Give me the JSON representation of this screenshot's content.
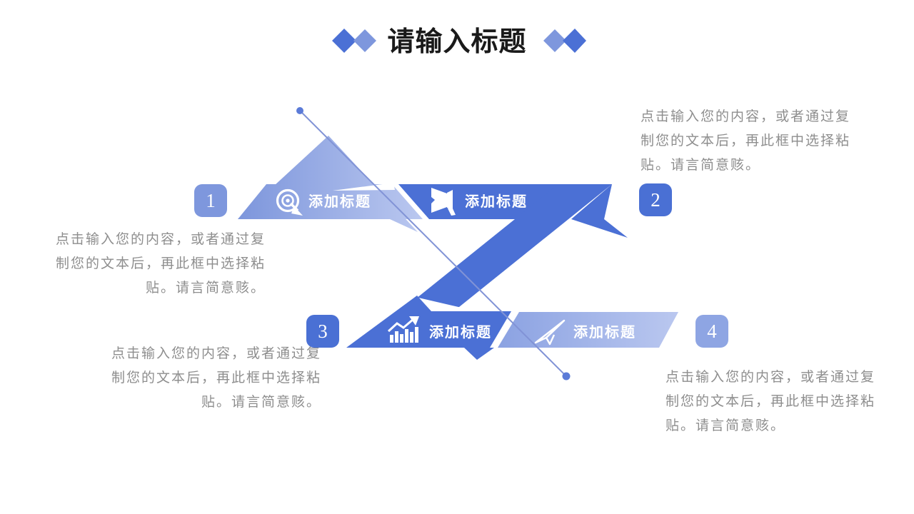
{
  "slide": {
    "title": "请输入标题",
    "background": "#ffffff"
  },
  "decor": {
    "left_diamond_pair": [
      "dark",
      "light"
    ],
    "right_diamond_pair": [
      "light",
      "dark"
    ]
  },
  "colors": {
    "dark_blue": "#4B70D5",
    "light_blue": "#7E97DD",
    "lighter_blue": "#BCC9F0",
    "badge_light": "#7E97DD",
    "badge_lighter": "#8EA5E3",
    "connector_line": "#8193D6",
    "connector_dot": "#5B7BD8",
    "body_text_gray": "#8E8E8E",
    "title_color": "#1A1A1A"
  },
  "steps": [
    {
      "number": "1",
      "label": "添加标题",
      "icon": "target-icon",
      "tone": "light"
    },
    {
      "number": "2",
      "label": "添加标题",
      "icon": "megaphone-icon",
      "tone": "dark"
    },
    {
      "number": "3",
      "label": "添加标题",
      "icon": "growth-chart-icon",
      "tone": "dark"
    },
    {
      "number": "4",
      "label": "添加标题",
      "icon": "paper-plane-icon",
      "tone": "light"
    }
  ],
  "text_blocks": [
    {
      "position": "left",
      "align": "right",
      "lines": [
        "点击输入您的内容，或者通过复",
        "制您的文本后，再此框中选择粘",
        "贴。请言简意赅。"
      ]
    },
    {
      "position": "top-right",
      "align": "left",
      "lines": [
        "点击输入您的内容，或者通过复",
        "制您的文本后，再此框中选择粘",
        "贴。请言简意赅。"
      ]
    },
    {
      "position": "bottom-left",
      "align": "right",
      "lines": [
        "点击输入您的内容，或者通过复",
        "制您的文本后，再此框中选择粘",
        "贴。请言简意赅。"
      ]
    },
    {
      "position": "bottom-right",
      "align": "left",
      "lines": [
        "点击输入您的内容，或者通过复",
        "制您的文本后，再此框中选择粘",
        "贴。请言简意赅。"
      ]
    }
  ]
}
